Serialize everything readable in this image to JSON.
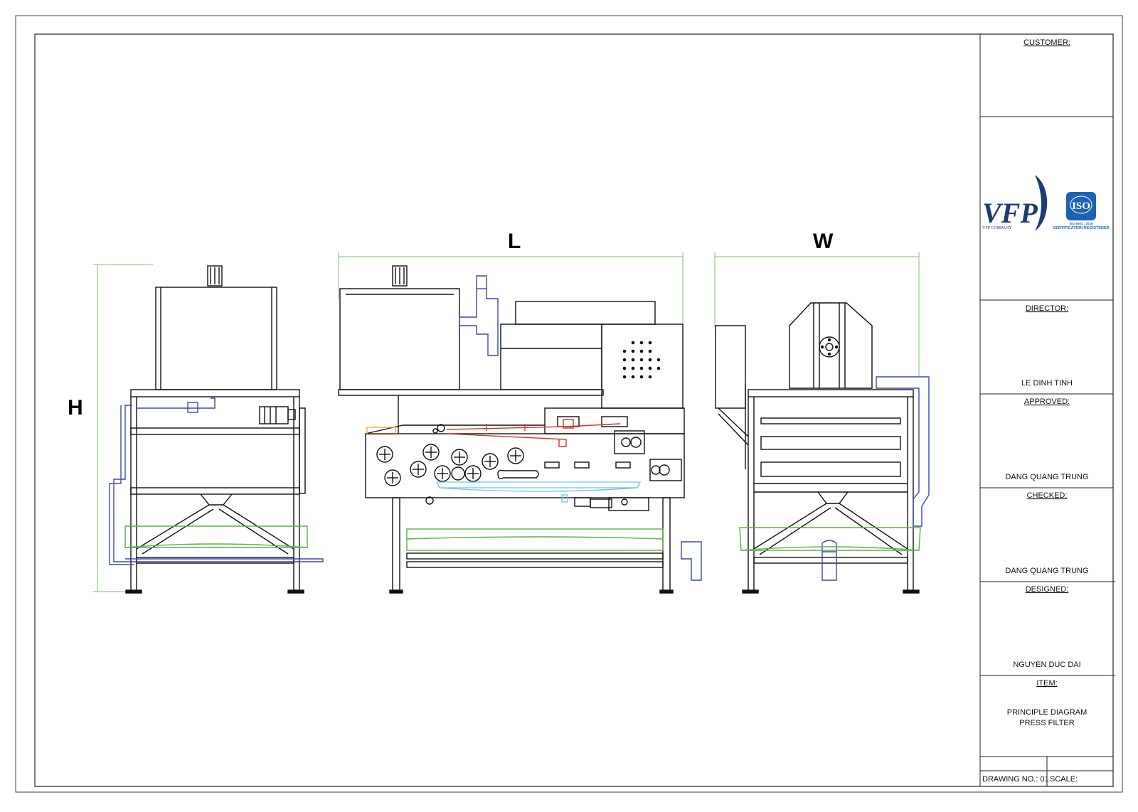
{
  "dimensions": {
    "length": "L",
    "width": "W",
    "height": "H"
  },
  "title_block": {
    "customer_label": "CUSTOMER:",
    "director_label": "DIRECTOR:",
    "director_name": "LE DINH TINH",
    "approved_label": "APPROVED:",
    "approved_name": "DANG QUANG TRUNG",
    "checked_label": "CHECKED:",
    "checked_name": "DANG QUANG TRUNG",
    "designed_label": "DESIGNED:",
    "designed_name": "NGUYEN DUC DAI",
    "item_label": "ITEM:",
    "item_line1": "PRINCIPLE DIAGRAM",
    "item_line2": "PRESS FILTER",
    "drawing_no": "DRAWING NO.: 01",
    "scale_label": "SCALE:"
  },
  "logos": {
    "company_short": "VFP",
    "company_name": "VFP COMPANY",
    "iso_badge": "ISO",
    "iso_line1": "ISO 9001 : 2015",
    "iso_line2": "CERTIFICATION REGISTERED"
  },
  "colors": {
    "outline": "#111111",
    "pipe_blue": "#3b4aa6",
    "dim_green": "#7fc06a",
    "tray_green": "#5faf4a",
    "red_line": "#d8322a",
    "cyan_tray": "#6cc6e0",
    "orange": "#f0a040",
    "logo_navy": "#1f3b73",
    "iso_blue": "#1d62b5"
  }
}
